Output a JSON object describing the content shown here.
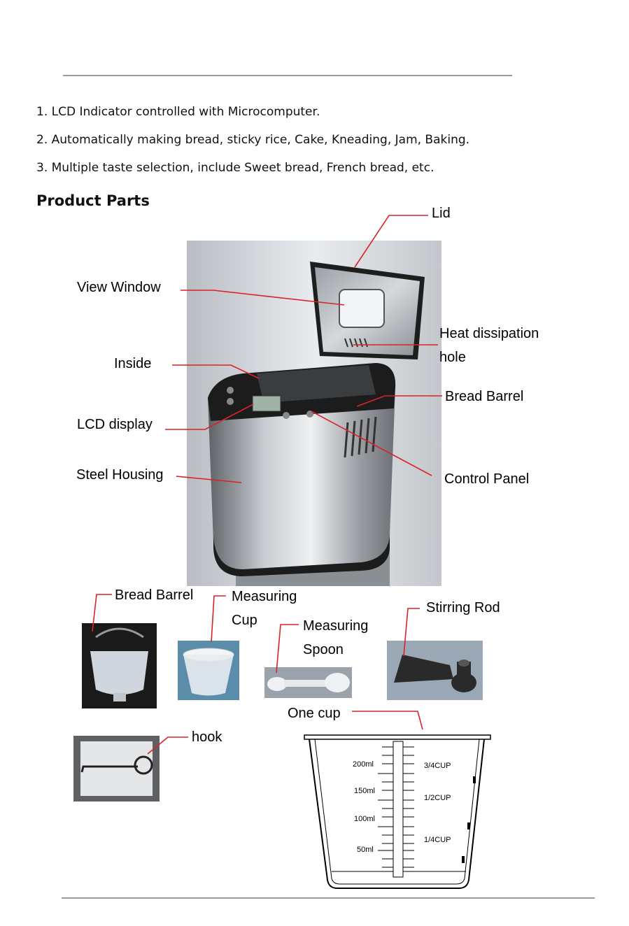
{
  "features": [
    "1. LCD Indicator controlled with Microcomputer.",
    "2. Automatically making bread, sticky rice, Cake, Kneading, Jam, Baking.",
    "3. Multiple taste selection, include Sweet bread, French bread, etc."
  ],
  "section_title": "Product Parts",
  "labels": {
    "lid": "Lid",
    "view_window": "View Window",
    "heat_1": "Heat dissipation",
    "heat_2": "hole",
    "inside": "Inside",
    "bread_barrel": "Bread Barrel",
    "lcd_display": "LCD display",
    "steel_housing": "Steel Housing",
    "control_panel": "Control Panel",
    "acc_bread_barrel": "Bread Barrel",
    "measuring_cup_1": "Measuring",
    "measuring_cup_2": "Cup",
    "measuring_spoon_1": "Measuring",
    "measuring_spoon_2": "Spoon",
    "stirring_rod": "Stirring Rod",
    "one_cup": "One cup",
    "hook": "hook"
  },
  "cup_scale": {
    "ml": [
      "200ml",
      "150ml",
      "100ml",
      "50ml"
    ],
    "cups": [
      "3/4CUP",
      "1/2CUP",
      "1/4CUP"
    ]
  },
  "colors": {
    "leader": "#d8232a",
    "rule": "#9a9a9a"
  }
}
